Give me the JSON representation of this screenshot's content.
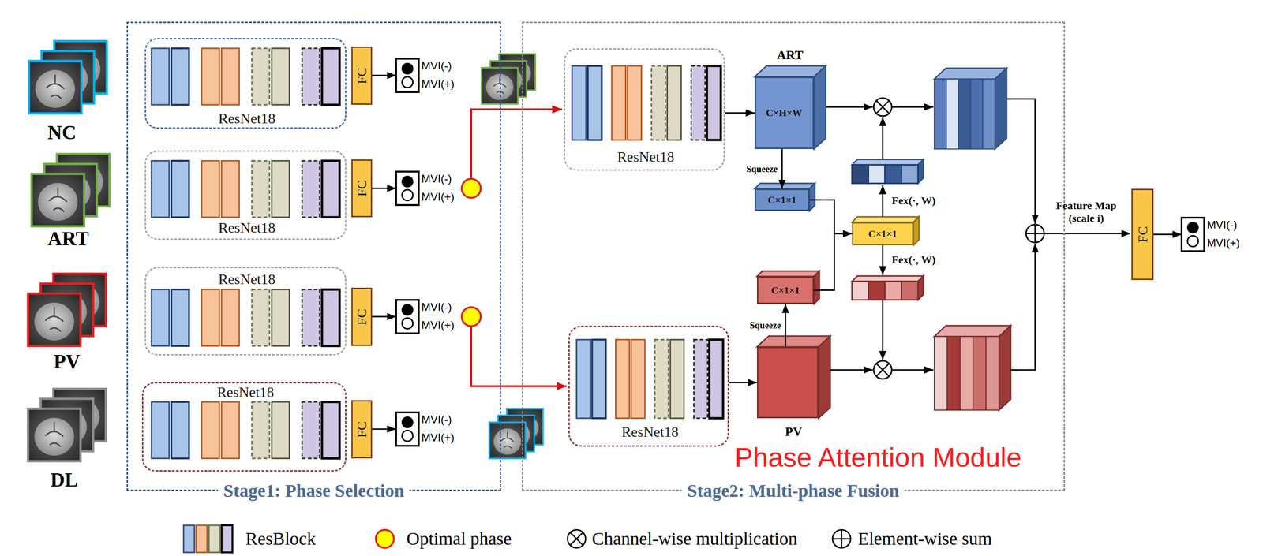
{
  "diagram": {
    "nodes": [
      {
        "text": [
          "Stage1: Phase Selection"
        ]
      },
      {
        "text": [
          "ResNet18"
        ],
        "in": 0
      },
      {
        "text": [
          "FC"
        ],
        "in": 0
      },
      {
        "text": [
          "MVI(-)",
          "MVI(+)"
        ],
        "in": 0
      },
      {
        "text": [
          "ResNet18"
        ],
        "in": 0
      },
      {
        "text": [
          "FC"
        ],
        "in": 0
      },
      {
        "text": [
          "MVI(-)",
          "MVI(+)"
        ],
        "in": 0
      },
      {
        "text": [
          "ResNet18"
        ],
        "in": 0
      },
      {
        "text": [
          "FC"
        ],
        "in": 0
      },
      {
        "text": [
          "MVI(-)",
          "MVI(+)"
        ],
        "in": 0
      },
      {
        "text": [
          "ResNet18"
        ],
        "in": 0
      },
      {
        "text": [
          "FC"
        ],
        "in": 0
      },
      {
        "text": [
          "MVI(-)",
          "MVI(+)"
        ],
        "in": 0
      },
      {
        "text": [
          "Stage2: Multi-phase Fusion"
        ]
      },
      {
        "text": [
          "ResNet18"
        ],
        "in": 13
      },
      {
        "text": [
          "ART",
          "C×H×W"
        ],
        "in": 13
      },
      {
        "text": [
          "C×1×1"
        ],
        "in": 13
      },
      {
        "text": [
          "C×1×1"
        ],
        "in": 13
      },
      {
        "text": [
          "C×1×1"
        ],
        "in": 13
      },
      {
        "text": [
          "ResNet18"
        ],
        "in": 13
      },
      {
        "text": [
          "PV"
        ],
        "in": 13
      },
      {
        "text": [
          "FC"
        ]
      },
      {
        "text": [
          "MVI(-)",
          "MVI(+)"
        ]
      }
    ],
    "edges": [
      {
        "from": 2,
        "to": 3,
        "arrow": "to"
      },
      {
        "from": 5,
        "to": 6,
        "arrow": "to"
      },
      {
        "from": 8,
        "to": 9,
        "arrow": "to"
      },
      {
        "from": 11,
        "to": 12,
        "arrow": "to"
      },
      {
        "from": 14,
        "to": 15,
        "arrow": "to"
      },
      {
        "from": 19,
        "to": 20,
        "arrow": "to"
      },
      {
        "from": 15,
        "to": 16,
        "label": "Squeeze",
        "arrow": "to"
      },
      {
        "from": 20,
        "to": 18,
        "label": "Squeeze",
        "arrow": "to"
      },
      {
        "from": 16,
        "to": 17,
        "arrow": "to"
      },
      {
        "from": 18,
        "to": 17,
        "arrow": "to"
      },
      {
        "from": 21,
        "to": 22,
        "arrow": "to"
      }
    ],
    "labels": [
      "NC",
      "ART",
      "PV",
      "DL",
      "Fex(·, W)",
      "Fex(·, W)",
      "Feature Map (scale i)",
      "Phase Attention Module"
    ],
    "legend": [
      {
        "text": "ResBlock"
      },
      {
        "text": "Optimal phase",
        "color": "#ffff00"
      },
      {
        "text": "Channel-wise multiplication"
      },
      {
        "text": "Element-wise sum"
      }
    ]
  }
}
